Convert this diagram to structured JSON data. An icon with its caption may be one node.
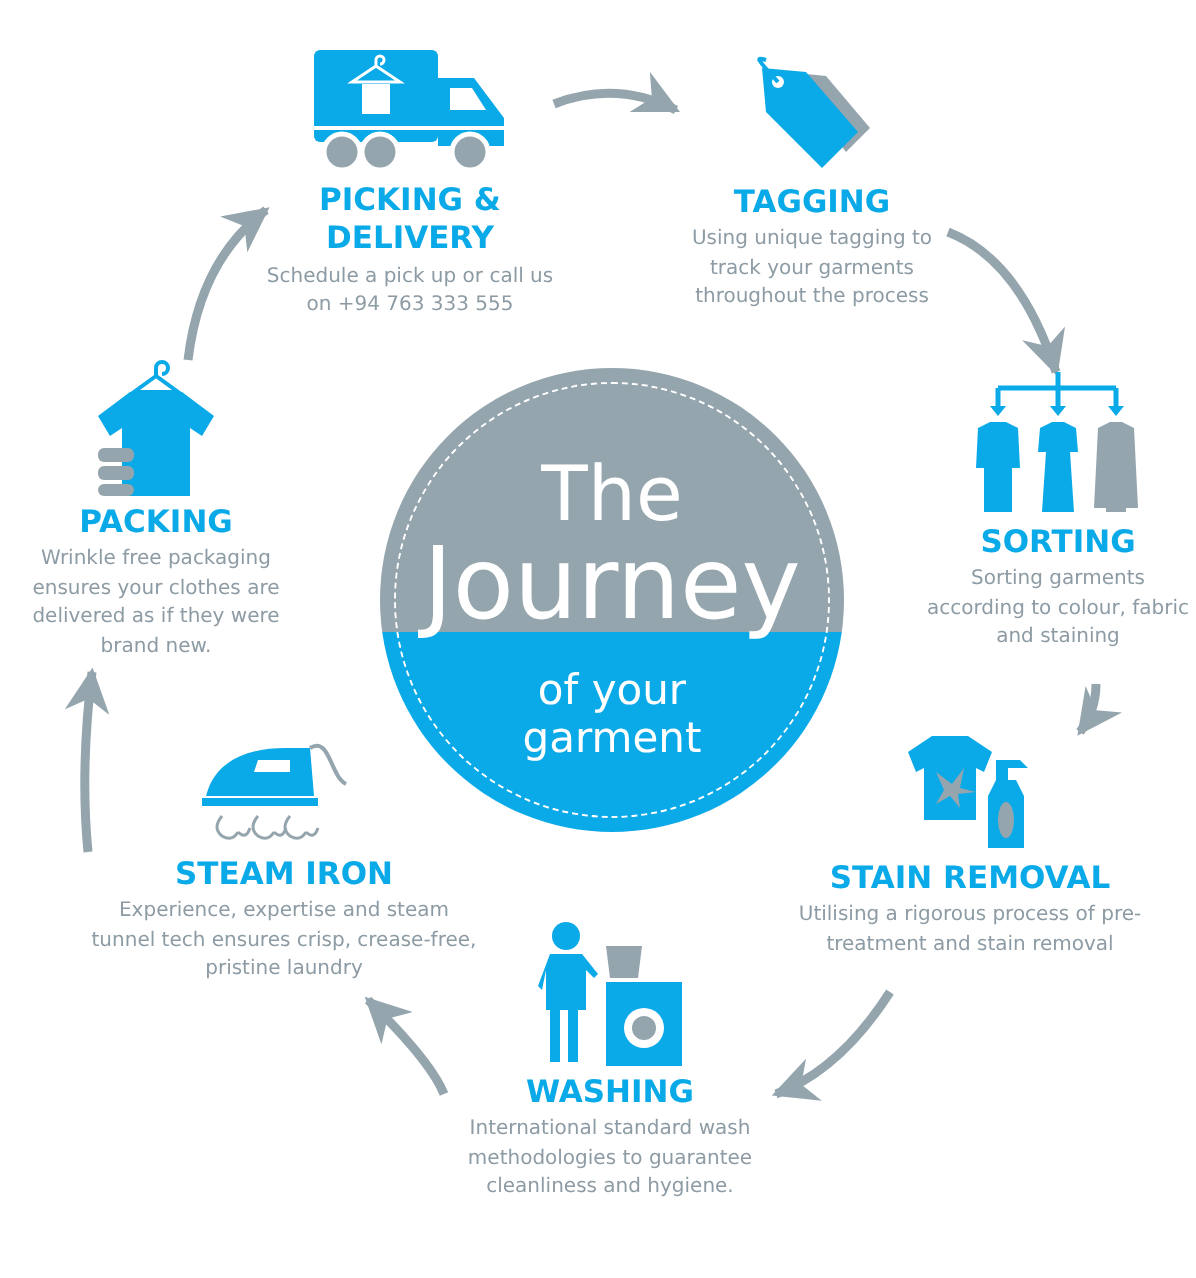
{
  "diagram": {
    "nodes": [
      {
        "text": [
          "PICKING & DELIVERY",
          "Schedule a pick up or call us on +94 763 333 555"
        ]
      },
      {
        "text": [
          "TAGGING",
          "Using unique tagging to track your garments throughout the process"
        ]
      },
      {
        "text": [
          "SORTING",
          "Sorting garments according to colour, fabric and staining"
        ]
      },
      {
        "text": [
          "STAIN REMOVAL",
          "Utilising a rigorous process of pre-treatment and stain removal"
        ]
      },
      {
        "text": [
          "WASHING",
          "International standard wash methodologies to guarantee cleanliness and hygiene."
        ]
      },
      {
        "text": [
          "STEAM IRON",
          "Experience, expertise and steam tunnel tech ensures crisp, crease-free, pristine laundry"
        ]
      },
      {
        "text": [
          "PACKING",
          "Wrinkle free packaging ensures your clothes are delivered as if they were brand new."
        ]
      },
      {
        "text": [
          "The",
          "Journey",
          "of your garment"
        ]
      }
    ],
    "edges": [
      {
        "from": 0,
        "to": 1,
        "arrow": "to"
      },
      {
        "from": 1,
        "to": 2,
        "arrow": "to"
      },
      {
        "from": 2,
        "to": 3,
        "arrow": "to"
      },
      {
        "from": 3,
        "to": 4,
        "arrow": "to"
      },
      {
        "from": 4,
        "to": 5,
        "arrow": "to"
      },
      {
        "from": 5,
        "to": 6,
        "arrow": "to"
      },
      {
        "from": 6,
        "to": 0,
        "arrow": "to"
      }
    ]
  }
}
